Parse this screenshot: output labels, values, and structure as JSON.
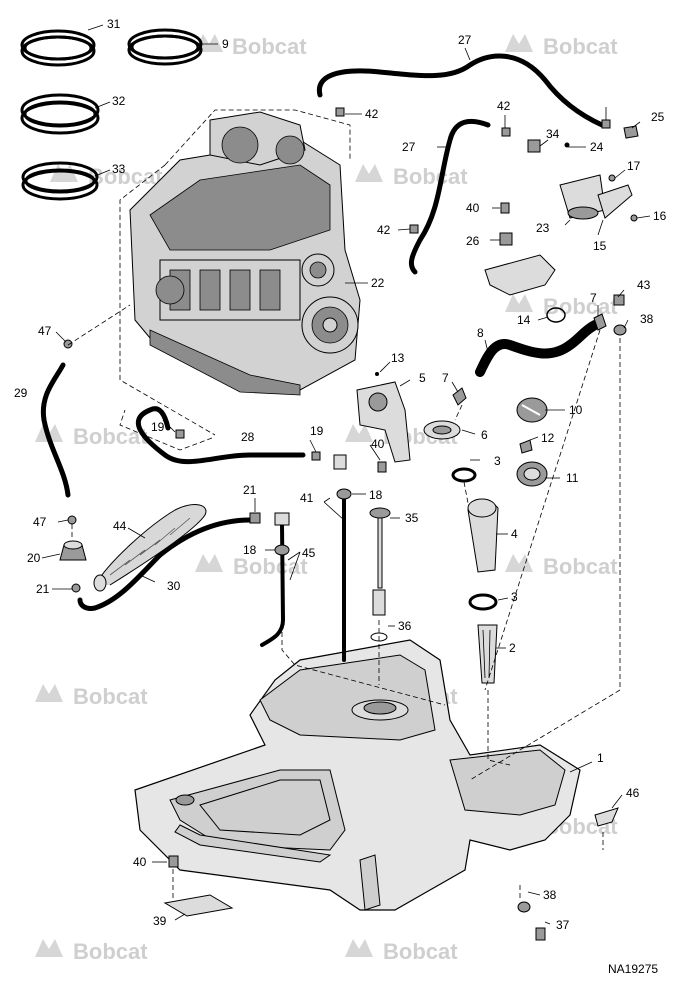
{
  "watermark": "Bobcat",
  "figure_id": "NA19275",
  "callouts": [
    "31",
    "9",
    "32",
    "33",
    "27",
    "42",
    "27",
    "42",
    "34",
    "24",
    "25",
    "17",
    "16",
    "15",
    "23",
    "40",
    "26",
    "42",
    "22",
    "14",
    "7",
    "43",
    "38",
    "8",
    "13",
    "5",
    "7",
    "6",
    "10",
    "12",
    "11",
    "47",
    "29",
    "19",
    "28",
    "19",
    "40",
    "3",
    "41",
    "18",
    "35",
    "4",
    "21",
    "47",
    "44",
    "20",
    "21",
    "30",
    "18",
    "45",
    "36",
    "3",
    "2",
    "1",
    "46",
    "40",
    "38",
    "37",
    "39"
  ]
}
